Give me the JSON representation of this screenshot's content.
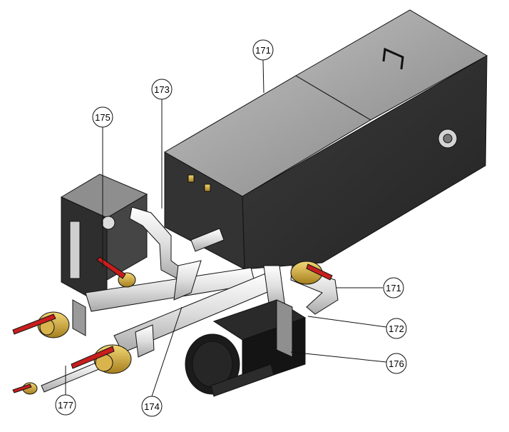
{
  "callouts": {
    "c171_top": "171",
    "c173": "173",
    "c175": "175",
    "c171_right": "171",
    "c172": "172",
    "c176": "176",
    "c177": "177",
    "c174": "174"
  },
  "colors": {
    "tank_light": "#9a9a9a",
    "tank_dark": "#2f2f2f",
    "pipe": "#e6e6e6",
    "brass": "#c9a23a",
    "valve_handle": "#c81e1e",
    "motor": "#1a1a1a"
  }
}
